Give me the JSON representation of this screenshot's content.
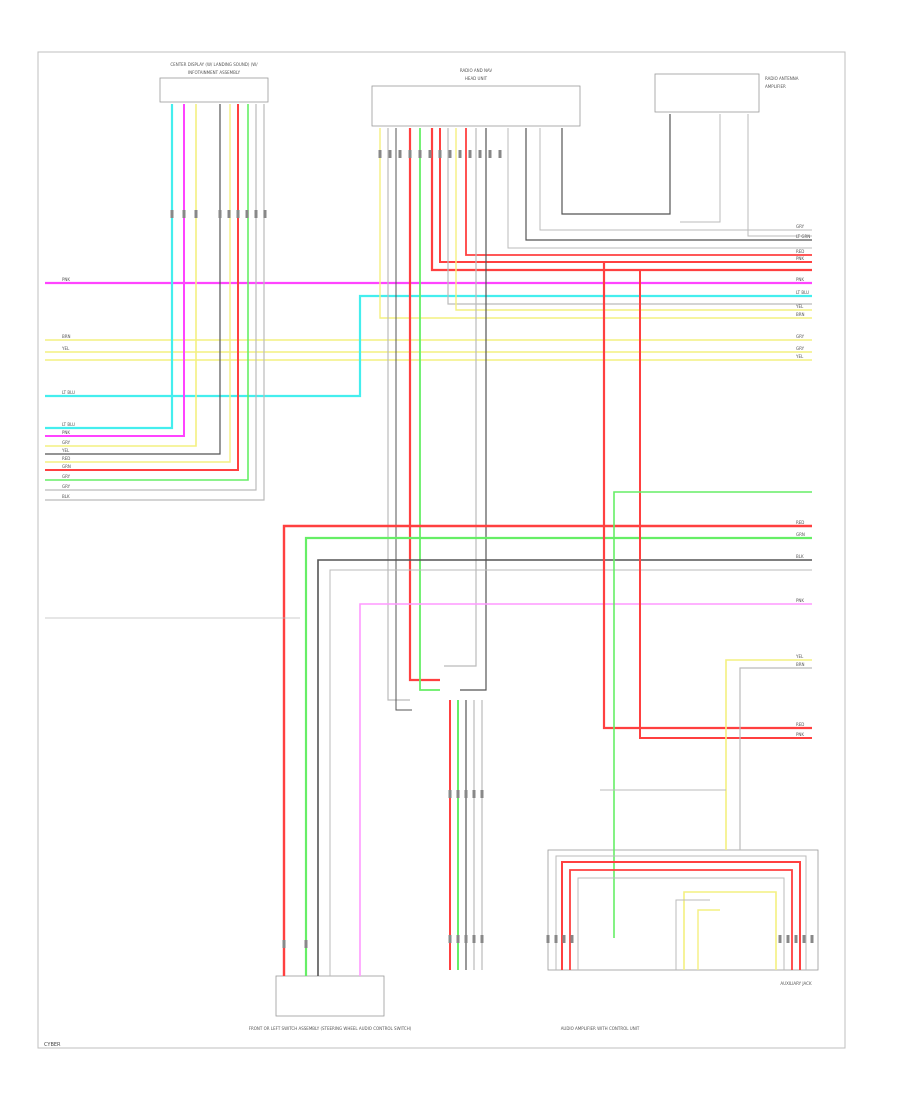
{
  "diagram": {
    "components": {
      "unit_left_top": {
        "title": "CENTER DISPLAY (W/ LANDING SOUND) (W/",
        "subtitle": "INFOTAINMENT ASSEMBLY"
      },
      "unit_center_top": {
        "title": "RADIO AND NAV",
        "subtitle": "HEAD UNIT"
      },
      "unit_right_top": {
        "title": "RADIO ANTENNA",
        "subtitle": "AMPLIFIER"
      },
      "unit_bottom_left": {
        "title": "FRONT OR LEFT SWITCH ASSEMBLY (STEERING WHEEL AUDIO CONTROL SWITCH)"
      },
      "unit_bottom_center": {
        "title": "AUDIO AMPLIFIER WITH CONTROL UNIT"
      },
      "unit_bottom_right": {
        "title": "AUXILIARY JACK"
      }
    },
    "wire_labels_left": [
      "PNK",
      "BRN",
      "YEL",
      "LT BLU",
      "LT BLU",
      "PNK",
      "GRY",
      "YEL",
      "RED",
      "GRN",
      "GRY",
      "GRY",
      "BLK"
    ],
    "wire_labels_right": [
      "GRY",
      "LT GRN",
      "RED",
      "PNK",
      "PNK",
      "LT BLU",
      "YEL",
      "BRN",
      "GRY",
      "GRY",
      "YEL",
      "RED",
      "GRN",
      "BLK",
      "PNK",
      "YEL",
      "BRN",
      "RED",
      "PNK"
    ],
    "corner_label": "CYBER"
  }
}
